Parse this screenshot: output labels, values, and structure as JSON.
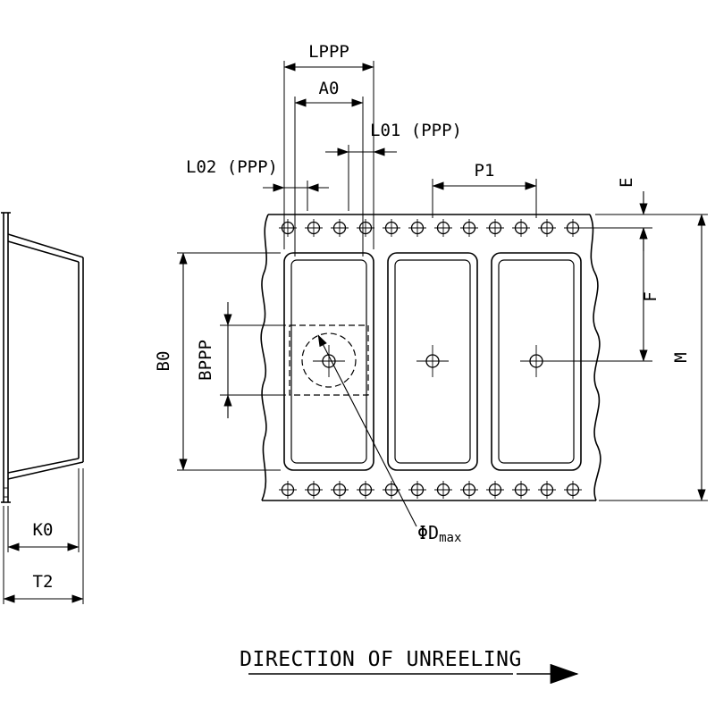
{
  "labels": {
    "lppp": "LPPP",
    "a0": "A0",
    "l01": "L01 (PPP)",
    "l02": "L02 (PPP)",
    "p1": "P1",
    "e": "E",
    "f": "F",
    "m": "M",
    "b0": "B0",
    "bppp": "BPPP",
    "k0": "K0",
    "t2": "T2",
    "dmax_main": "ΦD",
    "dmax_sub": "max"
  },
  "footer": {
    "direction_text": "DIRECTION OF UNREELING"
  },
  "colors": {
    "line": "#000000",
    "background": "#ffffff"
  }
}
